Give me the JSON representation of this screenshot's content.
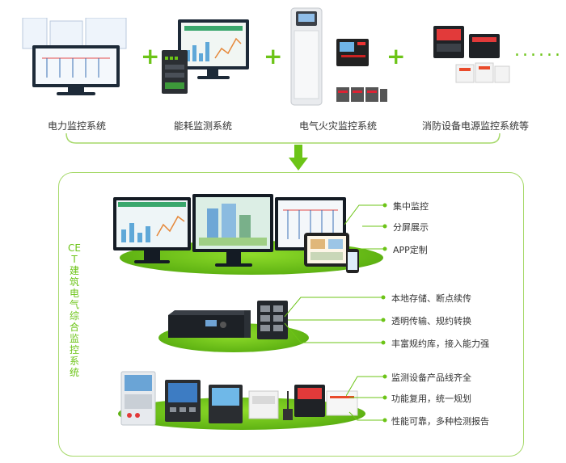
{
  "top_systems": [
    {
      "label": "电力监控系统"
    },
    {
      "label": "能耗监测系统"
    },
    {
      "label": "电气火灾监控系统"
    },
    {
      "label": "消防设备电源监控系统等"
    }
  ],
  "connectors": {
    "plus": "+",
    "ellipsis": "......"
  },
  "panel": {
    "side_title": "CET建筑电气综合监控系统"
  },
  "tiers": [
    {
      "name": "software",
      "features": [
        "集中监控",
        "分屏展示",
        "APP定制"
      ]
    },
    {
      "name": "communication",
      "features": [
        "本地存储、断点续传",
        "透明传输、规约转换",
        "丰富规约库，接入能力强"
      ]
    },
    {
      "name": "devices",
      "features": [
        "监测设备产品线齐全",
        "功能复用，统一规划",
        "性能可靠，多种检测报告"
      ]
    }
  ],
  "colors": {
    "accent": "#6cc417",
    "panel_border": "#a6d96a",
    "platform": "#5fb313"
  }
}
